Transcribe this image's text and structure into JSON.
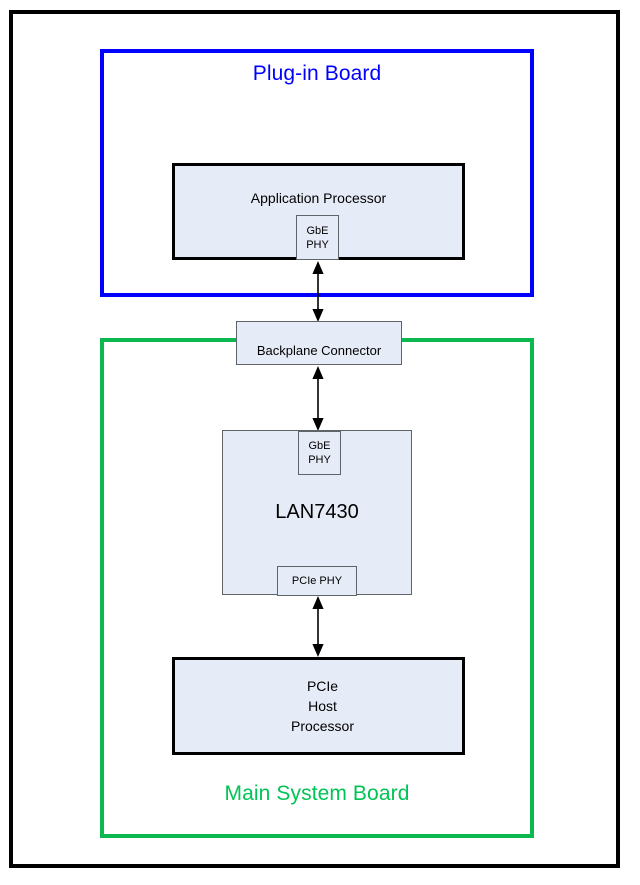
{
  "diagram": {
    "title": "LAN7430 plug-in board to main system board block diagram",
    "colors": {
      "plugin_board_border": "#0000ff",
      "main_board_border": "#0bb74f",
      "block_fill": "#e6ecf7",
      "block_border_primary": "#000000",
      "block_border_secondary": "#5e6468",
      "outer_frame": "#000000",
      "plugin_caption_text": "#0000ff",
      "main_caption_text": "#00c455"
    },
    "groups": [
      {
        "id": "plugin-board",
        "caption": "Plug-in Board"
      },
      {
        "id": "main-system-board",
        "caption": "Main System Board"
      }
    ],
    "blocks": {
      "application_processor": {
        "label": "Application Processor"
      },
      "gbe_phy_application": {
        "label": "GbE\nPHY"
      },
      "backplane_connector": {
        "label": "Backplane Connector"
      },
      "gbe_phy_lan7430": {
        "label": "GbE\nPHY"
      },
      "lan7430": {
        "label": "LAN7430"
      },
      "pcie_phy_lan7430": {
        "label": "PCIe PHY"
      },
      "pcie_host_processor": {
        "label": "PCIe\nHost\nProcessor"
      }
    },
    "connectors": [
      {
        "id": "ap-gbe-to-backplane",
        "from": "gbe_phy_application",
        "to": "backplane_connector",
        "style": "double-arrow"
      },
      {
        "id": "backplane-to-lan-gbe",
        "from": "backplane_connector",
        "to": "gbe_phy_lan7430",
        "style": "double-arrow"
      },
      {
        "id": "lan-pcie-to-host",
        "from": "pcie_phy_lan7430",
        "to": "pcie_host_processor",
        "style": "double-arrow"
      }
    ]
  }
}
